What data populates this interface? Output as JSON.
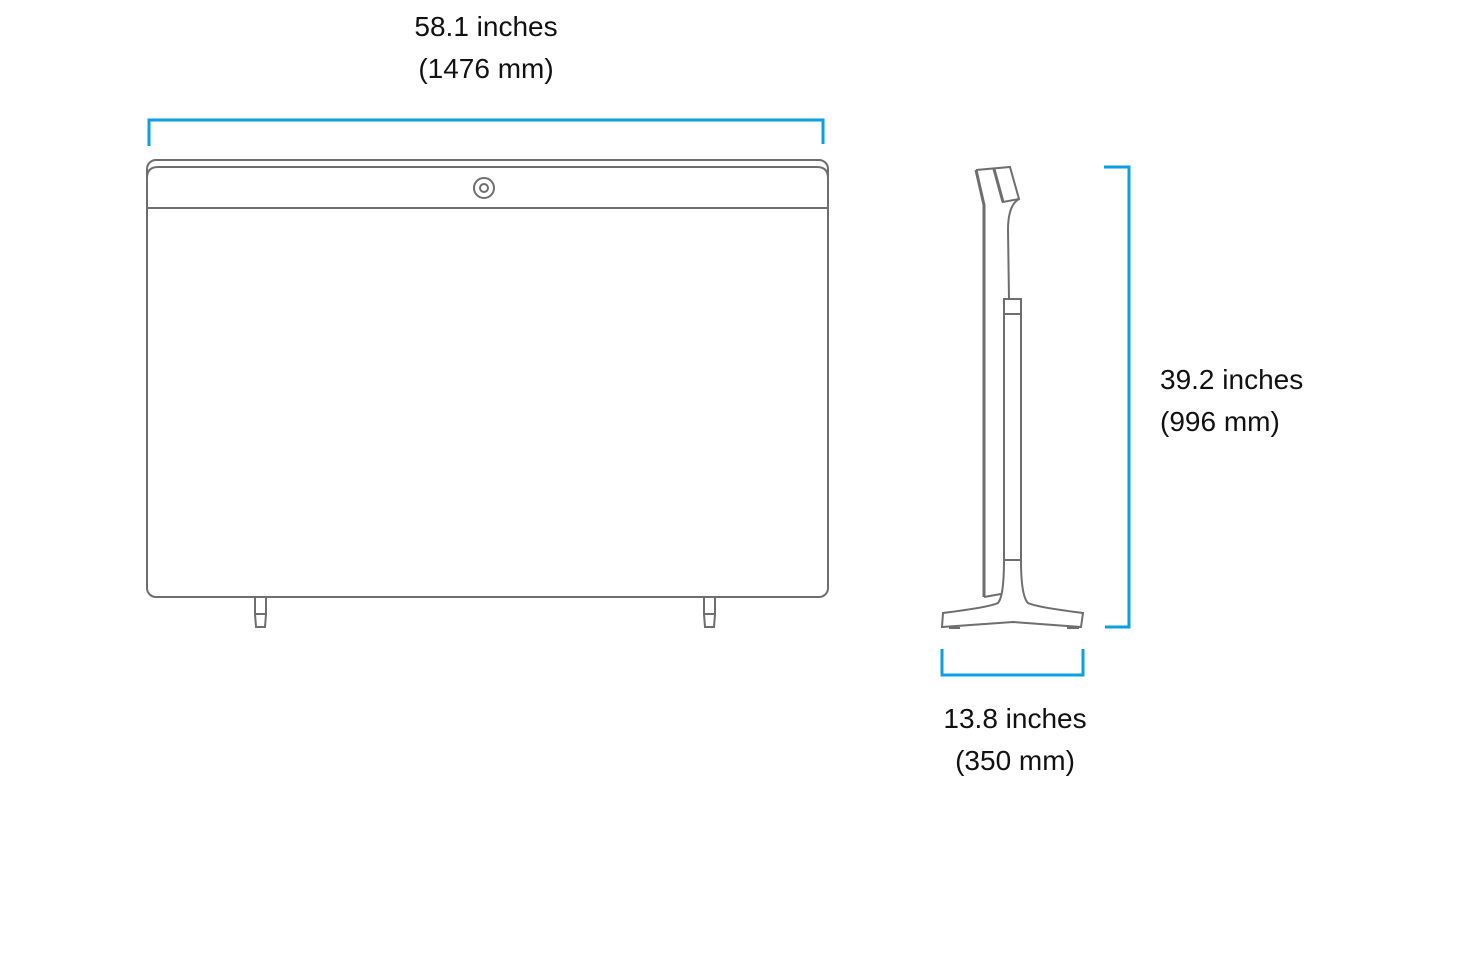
{
  "colors": {
    "dimension": "#0a9fe0",
    "outline": "#6e6e6e"
  },
  "width": {
    "inches": "58.1 inches",
    "mm": "(1476 mm)"
  },
  "height": {
    "inches": "39.2 inches",
    "mm": "(996 mm)"
  },
  "depth": {
    "inches": "13.8 inches",
    "mm": "(350 mm)"
  }
}
